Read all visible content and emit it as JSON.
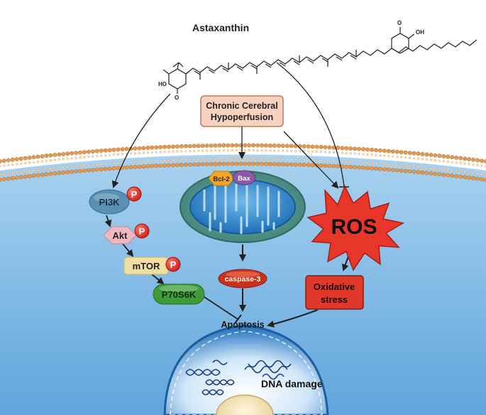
{
  "diagram": {
    "compound": {
      "name": "Astaxanthin"
    },
    "stimulus": {
      "line1": "Chronic Cerebral",
      "line2": "Hypoperfusion"
    },
    "pathway": {
      "pi3k": "PI3K",
      "akt": "Akt",
      "mtor": "mTOR",
      "p70s6k": "P70S6K",
      "phospho_label": "P"
    },
    "mitochondria": {
      "bcl2": "Bcl-2",
      "bax": "Bax"
    },
    "caspase": "caspase-3",
    "ros": "ROS",
    "oxidative_stress": {
      "line1": "Oxidative",
      "line2": "stress"
    },
    "apoptosis": "Apoptosis",
    "nucleus": {
      "dna_damage": "DNA damage"
    },
    "colors": {
      "cell_fill": "#84bde6",
      "membrane_lipid": "#e59b4f",
      "ros_fill": "#e8372a",
      "oxidative_fill": "#e0392b",
      "caspase_fill": "#c8321c",
      "p70s6k_fill": "#3f9a3a",
      "mtor_fill": "#f1dfa2",
      "akt_fill": "#efb8c0",
      "pi3k_fill": "#5c8fb4",
      "phospho_fill": "#e52521",
      "bcl2_fill": "#f2a623",
      "bax_fill": "#8a5aa8",
      "hypoperfusion_fill": "#f7d3bf"
    }
  }
}
